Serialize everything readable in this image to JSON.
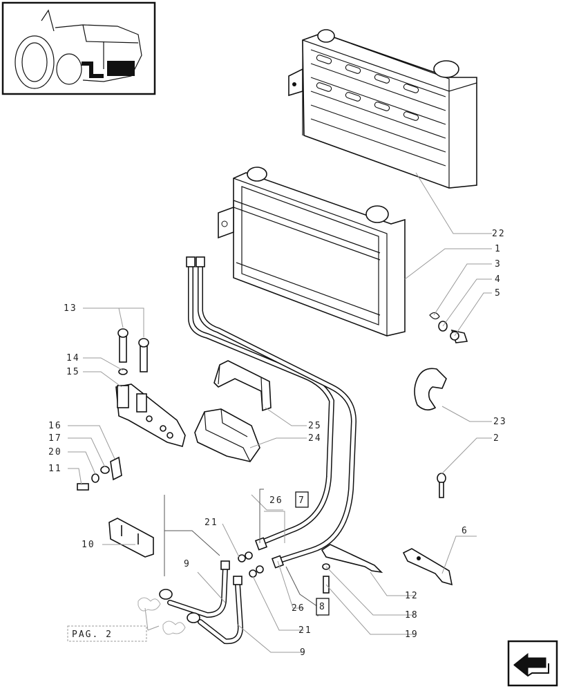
{
  "callouts": {
    "c22": "22",
    "c1": "1",
    "c3": "3",
    "c4": "4",
    "c5": "5",
    "c13": "13",
    "c14": "14",
    "c15": "15",
    "c16": "16",
    "c17": "17",
    "c20": "20",
    "c11": "11",
    "c25": "25",
    "c24": "24",
    "c23": "23",
    "c2": "2",
    "c26a": "26",
    "c7": "7",
    "c21a": "21",
    "c10": "10",
    "c9a": "9",
    "c6": "6",
    "c12": "12",
    "c18": "18",
    "c26b": "26",
    "c8": "8",
    "c21b": "21",
    "c19": "19",
    "c9b": "9"
  },
  "reference": {
    "page_label": "PAG. 2"
  },
  "icons": {
    "thumbnail": "tractor-location-thumbnail-icon",
    "nav": "previous-page-arrow-icon"
  }
}
